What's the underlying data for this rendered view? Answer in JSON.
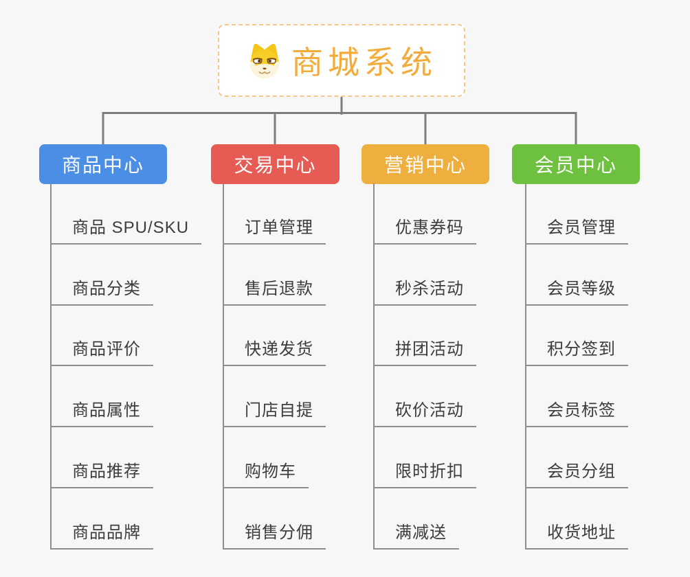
{
  "root": {
    "title": "商城系统",
    "icon": "dog-face-icon"
  },
  "branches": [
    {
      "label": "商品中心",
      "color": "#4A8EE5",
      "items": [
        "商品 SPU/SKU",
        "商品分类",
        "商品评价",
        "商品属性",
        "商品推荐",
        "商品品牌"
      ]
    },
    {
      "label": "交易中心",
      "color": "#E75B55",
      "items": [
        "订单管理",
        "售后退款",
        "快递发货",
        "门店自提",
        "购物车",
        "销售分佣"
      ]
    },
    {
      "label": "营销中心",
      "color": "#EFAF3E",
      "items": [
        "优惠券码",
        "秒杀活动",
        "拼团活动",
        "砍价活动",
        "限时折扣",
        "满减送"
      ]
    },
    {
      "label": "会员中心",
      "color": "#6EC13F",
      "items": [
        "会员管理",
        "会员等级",
        "积分签到",
        "会员标签",
        "会员分组",
        "收货地址"
      ]
    }
  ],
  "colors": {
    "background": "#F7F7F7",
    "root_text": "#F3AC3C",
    "root_border": "#F6C788",
    "connector": "#7D7D7D",
    "tree_line": "#8D8D8D",
    "subtopic_text": "#3C3C3C"
  }
}
